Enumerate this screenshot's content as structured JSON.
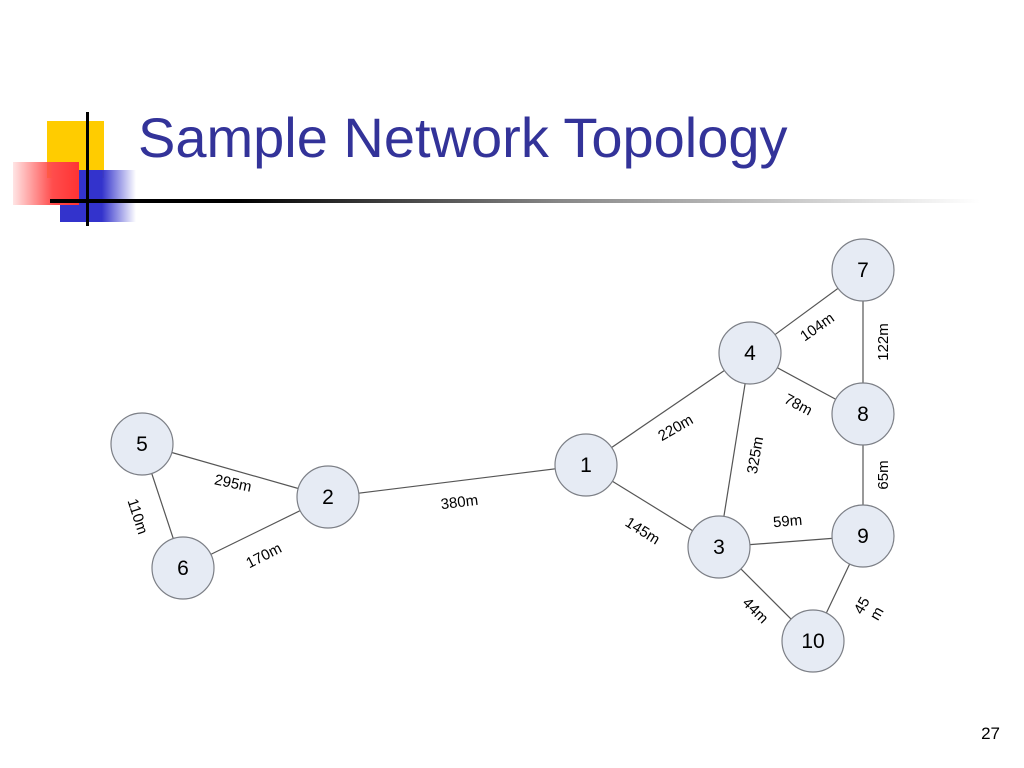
{
  "slide": {
    "title": "Sample Network Topology",
    "page_number": "27"
  },
  "diagram": {
    "nodes": [
      {
        "id": "1",
        "label": "1"
      },
      {
        "id": "2",
        "label": "2"
      },
      {
        "id": "3",
        "label": "3"
      },
      {
        "id": "4",
        "label": "4"
      },
      {
        "id": "5",
        "label": "5"
      },
      {
        "id": "6",
        "label": "6"
      },
      {
        "id": "7",
        "label": "7"
      },
      {
        "id": "8",
        "label": "8"
      },
      {
        "id": "9",
        "label": "9"
      },
      {
        "id": "10",
        "label": "10"
      }
    ],
    "edges": [
      {
        "from": "5",
        "to": "2",
        "label": "295m"
      },
      {
        "from": "5",
        "to": "6",
        "label": "110m"
      },
      {
        "from": "6",
        "to": "2",
        "label": "170m"
      },
      {
        "from": "2",
        "to": "1",
        "label": "380m"
      },
      {
        "from": "1",
        "to": "4",
        "label": "220m"
      },
      {
        "from": "1",
        "to": "3",
        "label": "145m"
      },
      {
        "from": "4",
        "to": "3",
        "label": "325m"
      },
      {
        "from": "4",
        "to": "7",
        "label": "104m"
      },
      {
        "from": "4",
        "to": "8",
        "label": "78m"
      },
      {
        "from": "7",
        "to": "8",
        "label": "122m"
      },
      {
        "from": "8",
        "to": "9",
        "label": "65m"
      },
      {
        "from": "3",
        "to": "9",
        "label": "59m"
      },
      {
        "from": "3",
        "to": "10",
        "label": "44m"
      },
      {
        "from": "9",
        "to": "10",
        "label_lines": [
          "45",
          "m"
        ]
      }
    ]
  }
}
